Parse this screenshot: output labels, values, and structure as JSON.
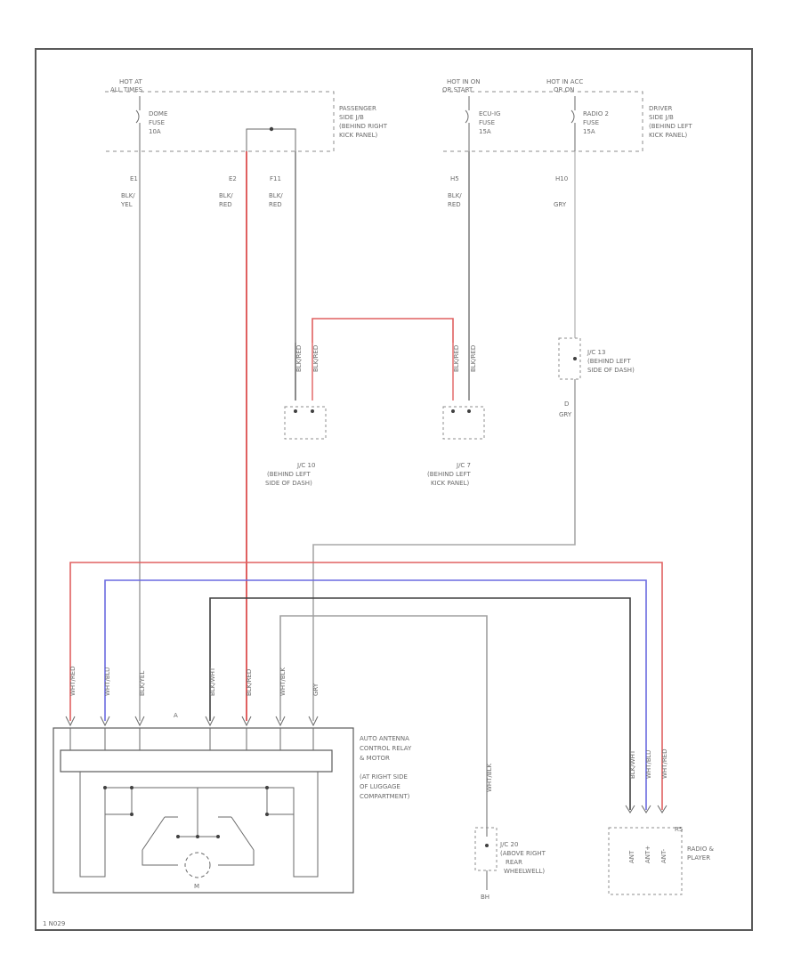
{
  "hot_labels": {
    "hot_at_all_times": [
      "HOT AT",
      "ALL TIMES"
    ],
    "hot_in_on": [
      "HOT IN ON",
      "OR START"
    ],
    "hot_in_acc": [
      "HOT IN ACC",
      "OR ON"
    ]
  },
  "fuses": {
    "dome": [
      "DOME",
      "FUSE",
      "10A"
    ],
    "ecu_ig": [
      "ECU-IG",
      "FUSE",
      "15A"
    ],
    "radio2": [
      "RADIO 2",
      "FUSE",
      "15A"
    ]
  },
  "junction_blocks": {
    "passenger": [
      "PASSENGER",
      "SIDE J/B",
      "(BEHIND RIGHT",
      "KICK PANEL)"
    ],
    "driver": [
      "DRIVER",
      "SIDE J/B",
      "(BEHIND LEFT",
      "KICK PANEL)"
    ]
  },
  "pins": {
    "e1": "E1",
    "e2": "E2",
    "f11": "F11",
    "h5": "H5",
    "h10": "H10"
  },
  "wire_colors": {
    "blk_yel": [
      "BLK/",
      "YEL"
    ],
    "blk_red_e2": [
      "BLK/",
      "RED"
    ],
    "blk_red_f11": [
      "BLK/",
      "RED"
    ],
    "blk_red_h5": [
      "BLK/",
      "RED"
    ],
    "gry": "GRY",
    "gry_lower": "GRY",
    "d_pin": "D"
  },
  "vertical_wire_labels": {
    "jc10_a": "BLK/RED",
    "jc10_b": "BLK/RED",
    "jc7_a": "BLK/RED",
    "jc7_b": "BLK/RED",
    "conn_1": "WHT/RED",
    "conn_2": "WHT/BLU",
    "conn_3": "BLK/YEL",
    "conn_4": "BLK/WHT",
    "conn_5": "BLK/RED",
    "conn_6": "WHT/BLK",
    "conn_7": "GRY",
    "ground_wire": "WHT/BLK",
    "radio_1": "BLK/WHT",
    "radio_2": "WHT/BLU",
    "radio_3": "WHT/RED"
  },
  "junction_connectors": {
    "jc10": [
      "J/C 10",
      "(BEHIND LEFT",
      "SIDE OF DASH)"
    ],
    "jc7": [
      "J/C 7",
      "(BEHIND LEFT",
      "KICK PANEL)"
    ],
    "jc13": [
      "J/C 13",
      "(BEHIND LEFT",
      "SIDE OF DASH)"
    ],
    "jc20": [
      "J/C 20",
      "(ABOVE RIGHT",
      "REAR",
      "WHEELWELL)"
    ]
  },
  "components": {
    "antenna": [
      "AUTO ANTENNA",
      "CONTROL RELAY",
      "& MOTOR",
      "(AT RIGHT SIDE",
      "OF LUGGAGE",
      "COMPARTMENT)"
    ],
    "antenna_ref": "A",
    "motor": "M",
    "radio": [
      "RADIO &",
      "PLAYER"
    ],
    "radio_ref": "R5",
    "radio_pins": [
      "ANT",
      "ANT+",
      "ANT-"
    ]
  },
  "ground": "BH",
  "footer_code": "1 N029",
  "colors": {
    "red_wire": "#e06060",
    "blue_wire": "#6a6ae0",
    "black_wire": "#404040",
    "gray_wire": "#9a9a9a",
    "frame": "#5a5a5a"
  }
}
